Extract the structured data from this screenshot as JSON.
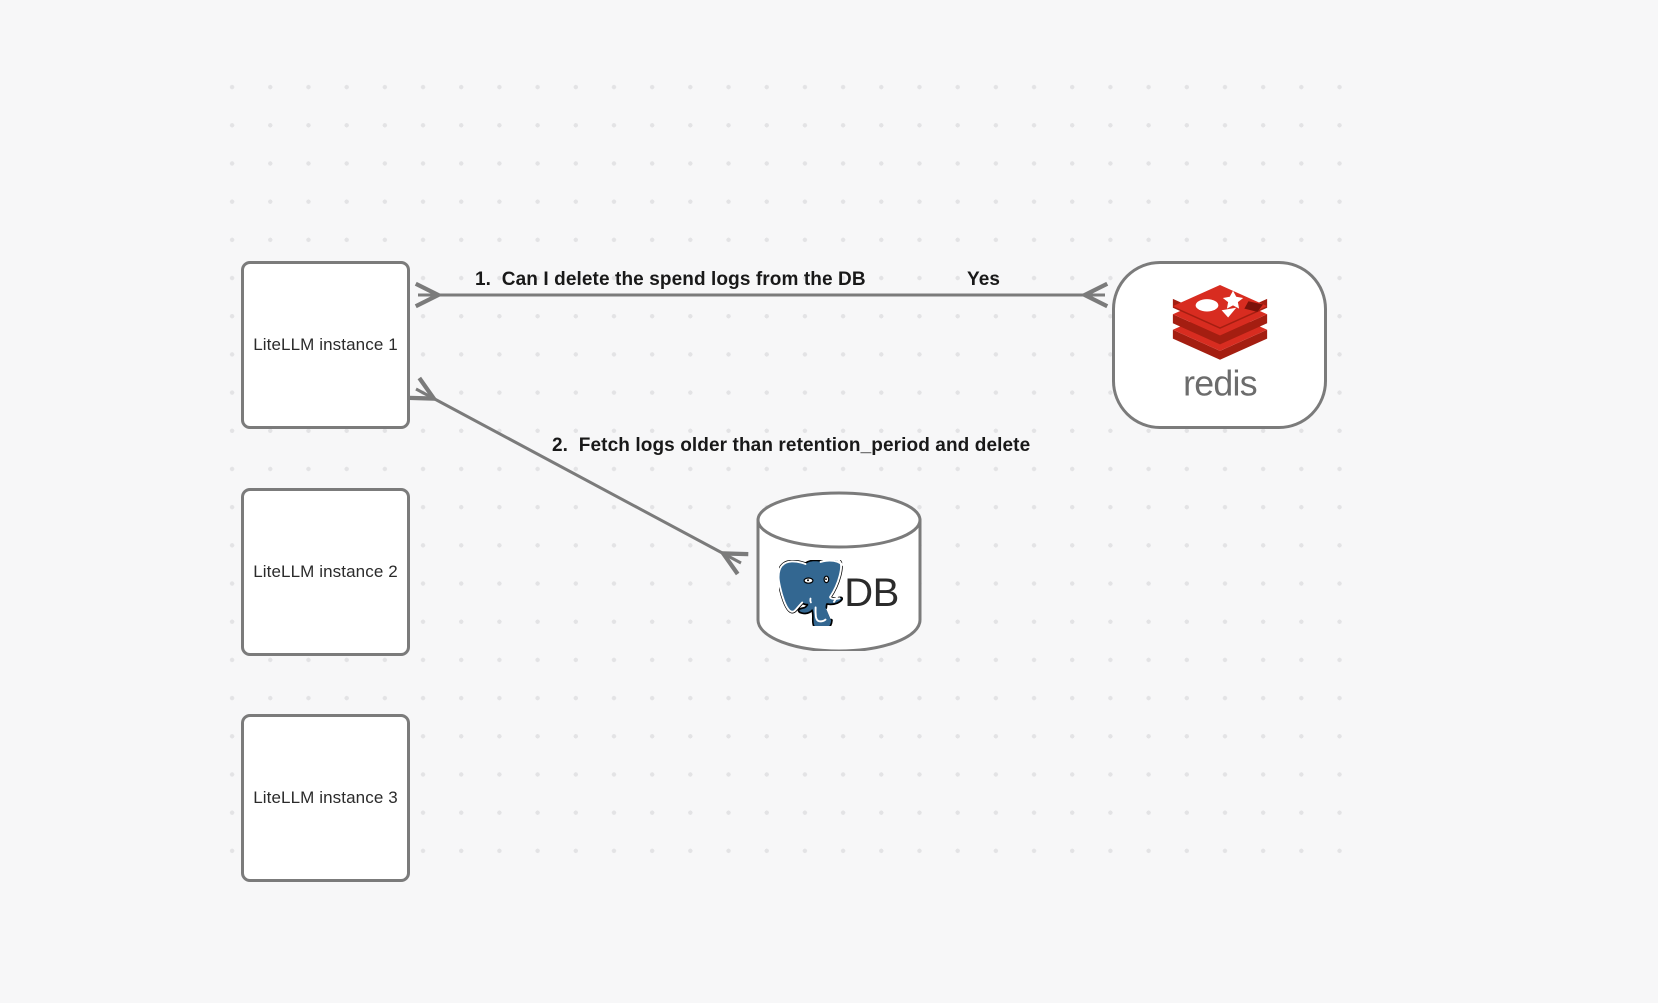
{
  "canvas": {
    "background_color": "#f7f7f8",
    "grid": "dot-grid",
    "grid_dot_color": "#e3e3e5"
  },
  "nodes": [
    {
      "id": "llm-1",
      "label": "LiteLLM instance 1",
      "shape": "rounded-rect"
    },
    {
      "id": "llm-2",
      "label": "LiteLLM instance 2",
      "shape": "rounded-rect"
    },
    {
      "id": "llm-3",
      "label": "LiteLLM instance 3",
      "shape": "rounded-rect"
    },
    {
      "id": "redis",
      "label": "redis",
      "shape": "stadium",
      "logo": "redis-logo",
      "accent_color": "#d62b20"
    },
    {
      "id": "db",
      "label": "DB",
      "shape": "cylinder",
      "logo": "postgresql-elephant-logo",
      "accent_color": "#336791"
    }
  ],
  "edges": [
    {
      "id": "edge-1",
      "from": "llm-1",
      "to": "redis",
      "label": "1.  Can I delete the spend logs from the DB",
      "reply_label": "Yes",
      "direction": "bidirectional"
    },
    {
      "id": "edge-2",
      "from": "db",
      "to": "llm-1",
      "label": "2.  Fetch logs older than retention_period and delete",
      "direction": "bidirectional"
    }
  ],
  "labels": {
    "llm_1": "LiteLLM instance 1",
    "llm_2": "LiteLLM instance 2",
    "llm_3": "LiteLLM instance 3",
    "redis": "redis",
    "db": "DB",
    "edge_1": "1.  Can I delete the spend logs from the DB",
    "edge_1_reply": "Yes",
    "edge_2": "2.  Fetch logs older than retention_period and delete"
  },
  "colors": {
    "background": "#f7f7f8",
    "node_stroke": "#7b7b7b",
    "node_fill": "#ffffff",
    "edge_stroke": "#7b7b7b",
    "text": "#191919",
    "redis_red": "#d62b20",
    "redis_gray": "#6c6c6c",
    "postgres_blue": "#336791"
  }
}
